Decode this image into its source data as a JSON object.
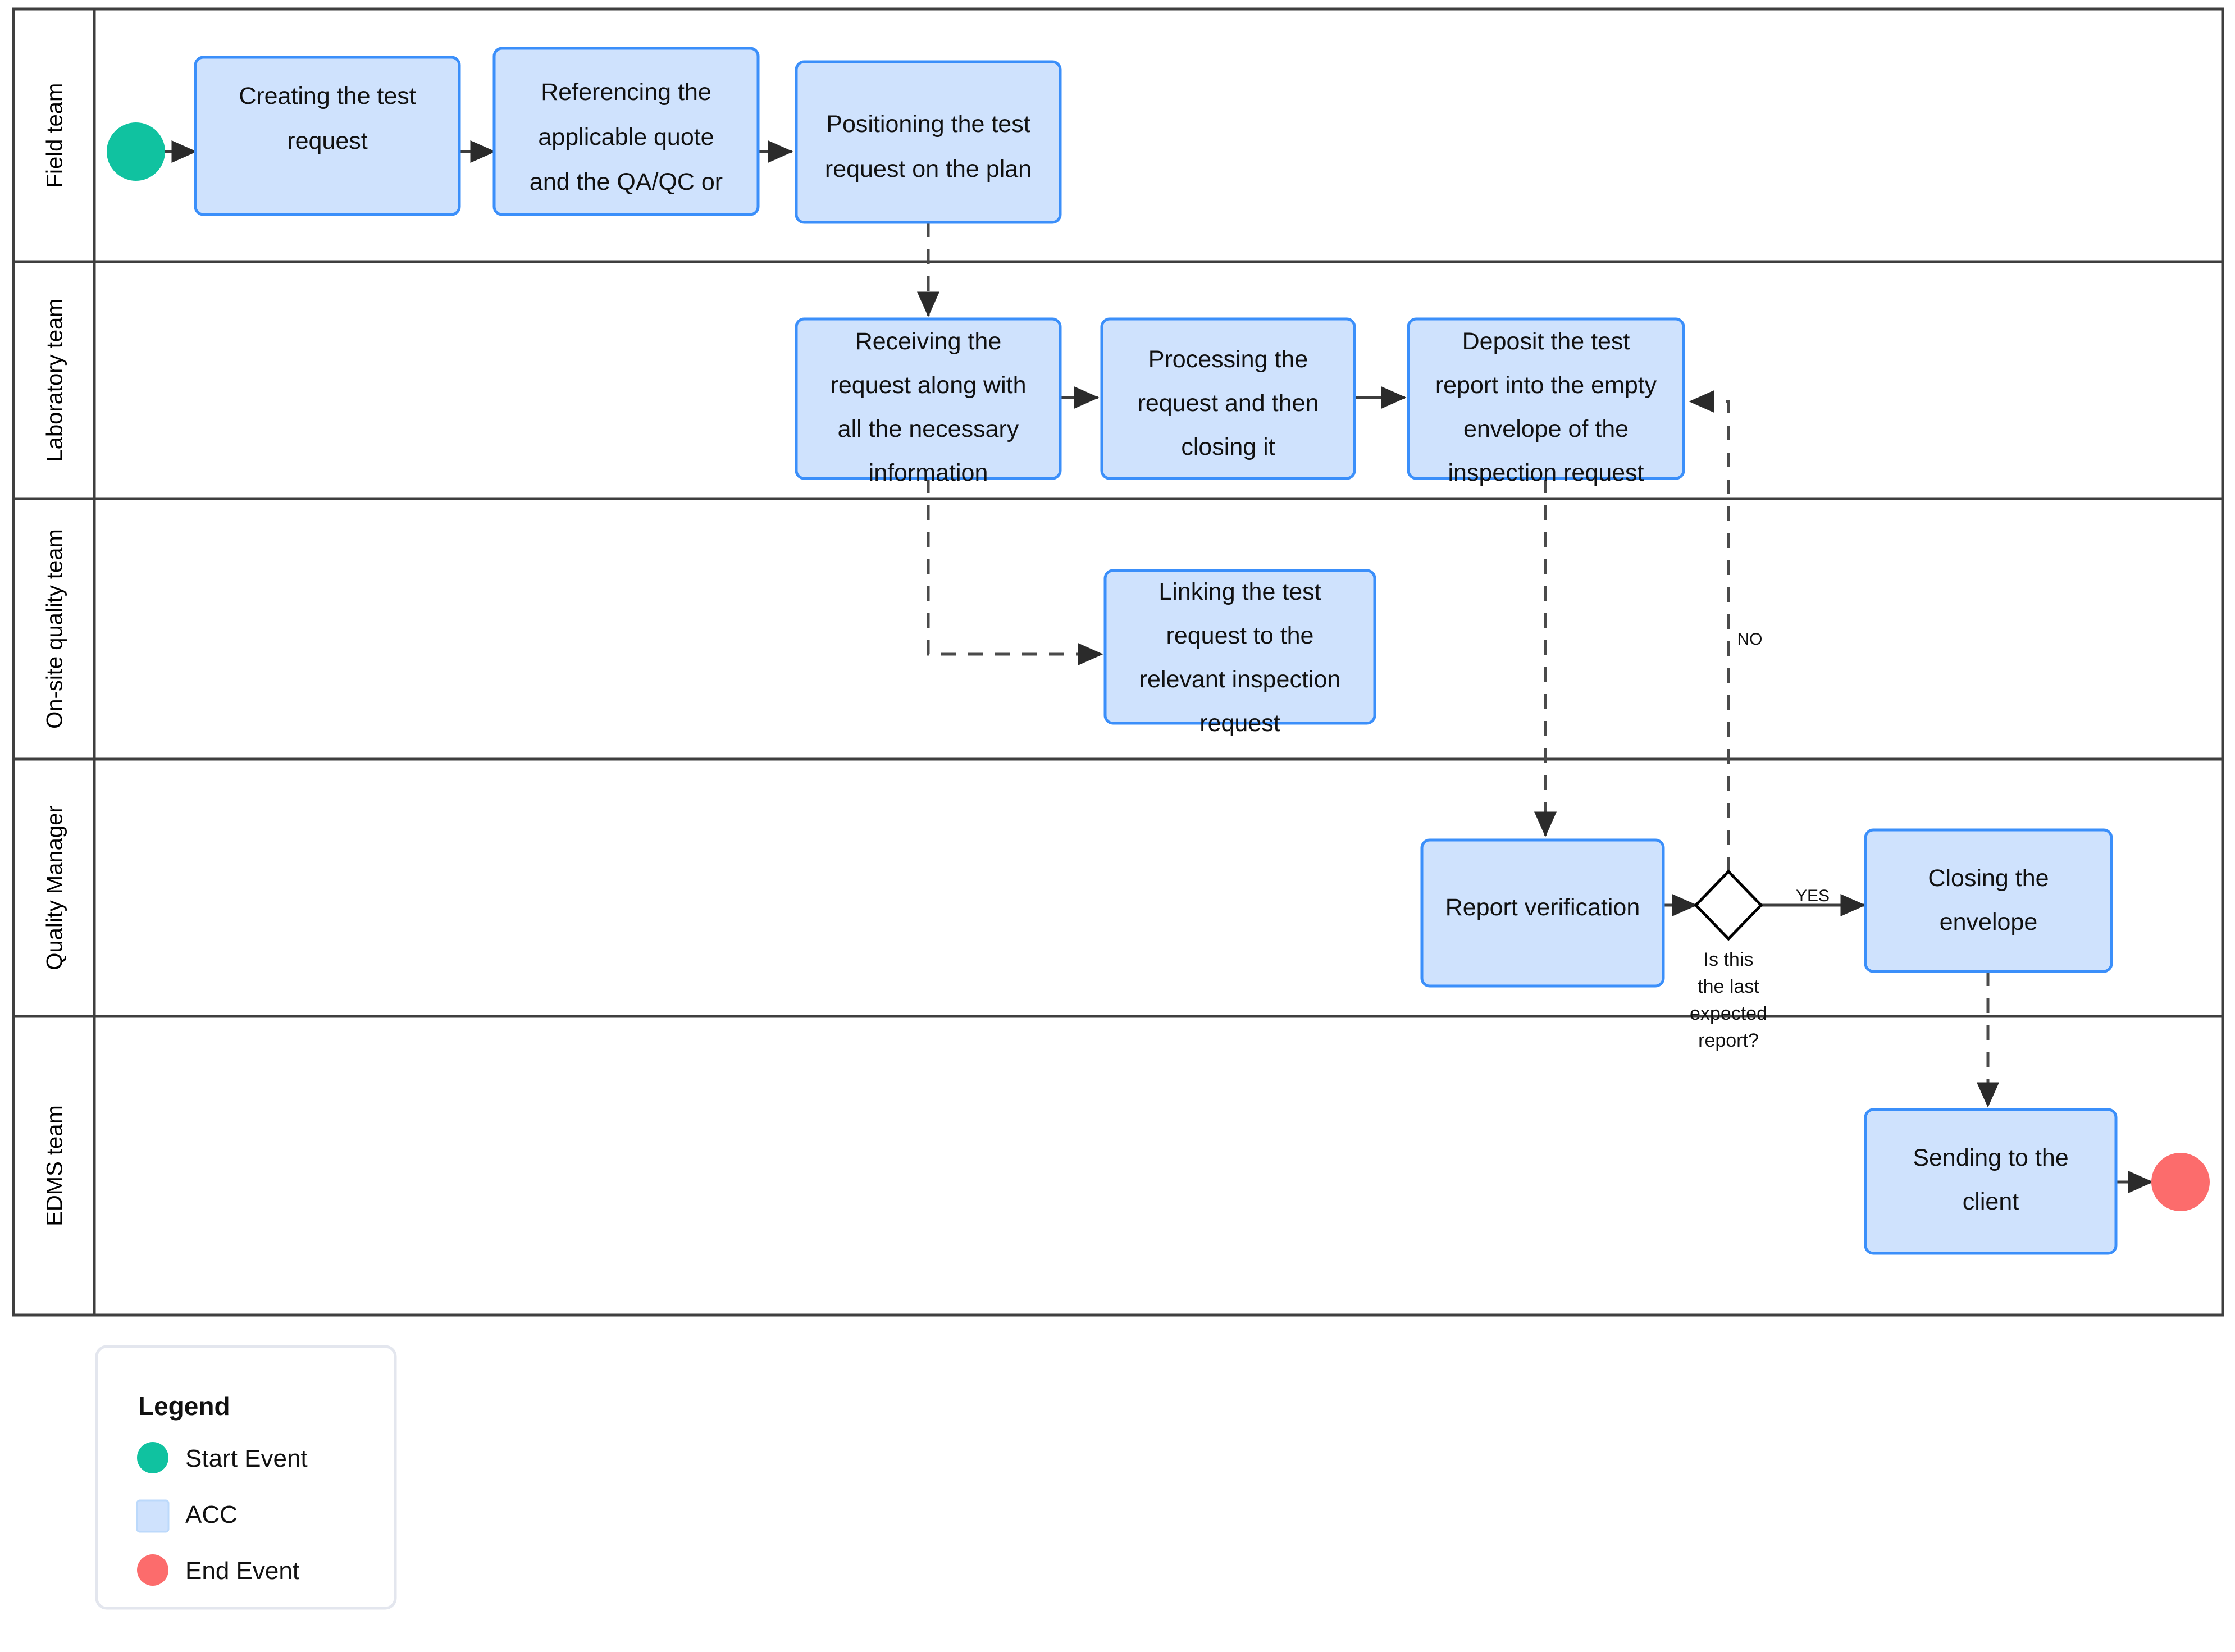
{
  "diagram": {
    "type": "bpmn-swimlane-flowchart",
    "lanes": [
      {
        "id": "field",
        "label": "Field team"
      },
      {
        "id": "lab",
        "label": "Laboratory team"
      },
      {
        "id": "onsite",
        "label": "On-site quality team"
      },
      {
        "id": "qm",
        "label": "Quality Manager"
      },
      {
        "id": "edms",
        "label": "EDMS team"
      }
    ],
    "nodes": [
      {
        "id": "start",
        "kind": "start-event",
        "lane": "field",
        "label": ""
      },
      {
        "id": "t1",
        "kind": "task",
        "lane": "field",
        "label": "Creating the test request"
      },
      {
        "id": "t2",
        "kind": "task",
        "lane": "field",
        "label": "Referencing the applicable quote and the QA/QC or"
      },
      {
        "id": "t3",
        "kind": "task",
        "lane": "field",
        "label": "Positioning the test request on the plan"
      },
      {
        "id": "t4",
        "kind": "task",
        "lane": "lab",
        "label": "Receiving the request along with all the necessary information"
      },
      {
        "id": "t5",
        "kind": "task",
        "lane": "lab",
        "label": "Processing the request and then closing it"
      },
      {
        "id": "t6",
        "kind": "task",
        "lane": "lab",
        "label": "Deposit the test report into the empty envelope of the inspection request"
      },
      {
        "id": "t7",
        "kind": "task",
        "lane": "onsite",
        "label": "Linking the test request to the relevant inspection request"
      },
      {
        "id": "t8",
        "kind": "task",
        "lane": "qm",
        "label": "Report verification"
      },
      {
        "id": "gw1",
        "kind": "gateway",
        "lane": "qm",
        "label": "Is this the last expected report?"
      },
      {
        "id": "t9",
        "kind": "task",
        "lane": "qm",
        "label": "Closing the envelope"
      },
      {
        "id": "t10",
        "kind": "task",
        "lane": "edms",
        "label": "Sending to the client"
      },
      {
        "id": "end",
        "kind": "end-event",
        "lane": "edms",
        "label": ""
      }
    ],
    "edges": [
      {
        "from": "start",
        "to": "t1",
        "style": "solid",
        "label": ""
      },
      {
        "from": "t1",
        "to": "t2",
        "style": "solid",
        "label": ""
      },
      {
        "from": "t2",
        "to": "t3",
        "style": "solid",
        "label": ""
      },
      {
        "from": "t3",
        "to": "t4",
        "style": "dashed",
        "label": ""
      },
      {
        "from": "t4",
        "to": "t5",
        "style": "solid",
        "label": ""
      },
      {
        "from": "t5",
        "to": "t6",
        "style": "solid",
        "label": ""
      },
      {
        "from": "t4",
        "to": "t7",
        "style": "dashed",
        "label": ""
      },
      {
        "from": "t6",
        "to": "t8",
        "style": "dashed",
        "label": ""
      },
      {
        "from": "t8",
        "to": "gw1",
        "style": "solid",
        "label": ""
      },
      {
        "from": "gw1",
        "to": "t9",
        "style": "solid",
        "label": "YES"
      },
      {
        "from": "gw1",
        "to": "t6",
        "style": "dashed",
        "label": "NO"
      },
      {
        "from": "t9",
        "to": "t10",
        "style": "dashed",
        "label": ""
      },
      {
        "from": "t10",
        "to": "end",
        "style": "solid",
        "label": ""
      }
    ],
    "edge_labels": {
      "yes": "YES",
      "no": "NO"
    },
    "task_lines": {
      "t1": [
        "Creating the test",
        "request"
      ],
      "t2": [
        "Referencing the",
        "applicable quote",
        "and the QA/QC or"
      ],
      "t3": [
        "Positioning the test",
        "request on the plan"
      ],
      "t4": [
        "Receiving the",
        "request along with",
        "all the necessary",
        "information"
      ],
      "t5": [
        "Processing the",
        "request and then",
        "closing it"
      ],
      "t6": [
        "Deposit the test",
        "report into the empty",
        "envelope of the",
        "inspection request"
      ],
      "t7": [
        "Linking the test",
        "request to the",
        "relevant inspection",
        "request"
      ],
      "t8": [
        "Report verification"
      ],
      "t9": [
        "Closing the",
        "envelope"
      ],
      "t10": [
        "Sending to the",
        "client"
      ],
      "gw1": [
        "Is this",
        "the last",
        "expected",
        "report?"
      ]
    }
  },
  "legend": {
    "title": "Legend",
    "items": [
      {
        "shape": "circle",
        "color": "#10c2a0",
        "label": "Start Event"
      },
      {
        "shape": "square",
        "color": "#cfe2fd",
        "label": "ACC"
      },
      {
        "shape": "circle",
        "color": "#fc6c6c",
        "label": "End Event"
      }
    ]
  },
  "colors": {
    "task_fill": "#cfe2fd",
    "task_border": "#3b8ffa",
    "start_event": "#10c2a0",
    "end_event": "#fc6c6c",
    "lane_border": "#3f3f3f",
    "flow_line": "#3d3d3d",
    "legend_border": "#e3e6ee"
  }
}
